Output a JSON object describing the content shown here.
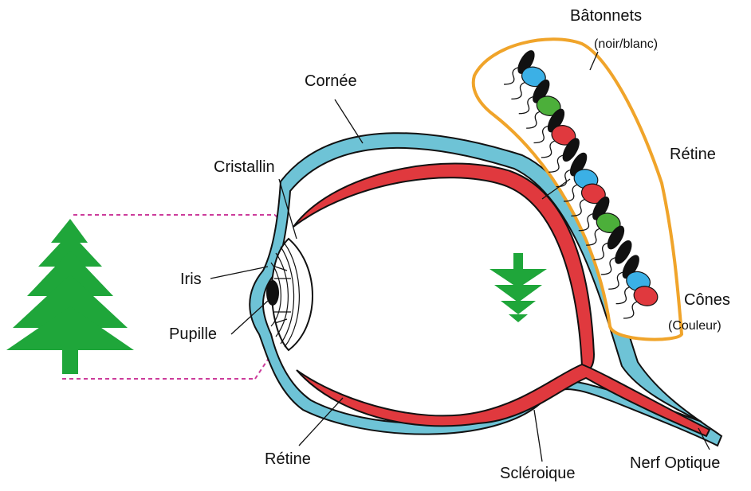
{
  "labels": {
    "batonnets": "Bâtonnets",
    "batonnets_note": "(noir/blanc)",
    "cornee": "Cornée",
    "cristallin": "Cristallin",
    "retine_zoom": "Rétine",
    "iris": "Iris",
    "pupille": "Pupille",
    "cones": "Cônes",
    "cones_note": "(Couleur)",
    "retine": "Rétine",
    "scleroique": "Scléroique",
    "nerf_optique": "Nerf Optique"
  },
  "colors": {
    "sclera_blue": "#6EC3D6",
    "retina_red": "#E0393E",
    "tree_green": "#1FA63A",
    "ray_pink": "#CC3C9B",
    "inset_border": "#F0A42A",
    "outline": "#111111",
    "cone_red": "#E0393E",
    "cone_green": "#4CAF3A",
    "cone_blue": "#3BB0E6",
    "rod_black": "#111111"
  },
  "retina_cells": [
    "rod",
    "cone-blue",
    "rod",
    "cone-green",
    "rod",
    "cone-red",
    "rod",
    "rod",
    "cone-blue",
    "cone-red",
    "rod",
    "cone-green",
    "rod",
    "rod",
    "rod",
    "cone-blue",
    "cone-red"
  ]
}
